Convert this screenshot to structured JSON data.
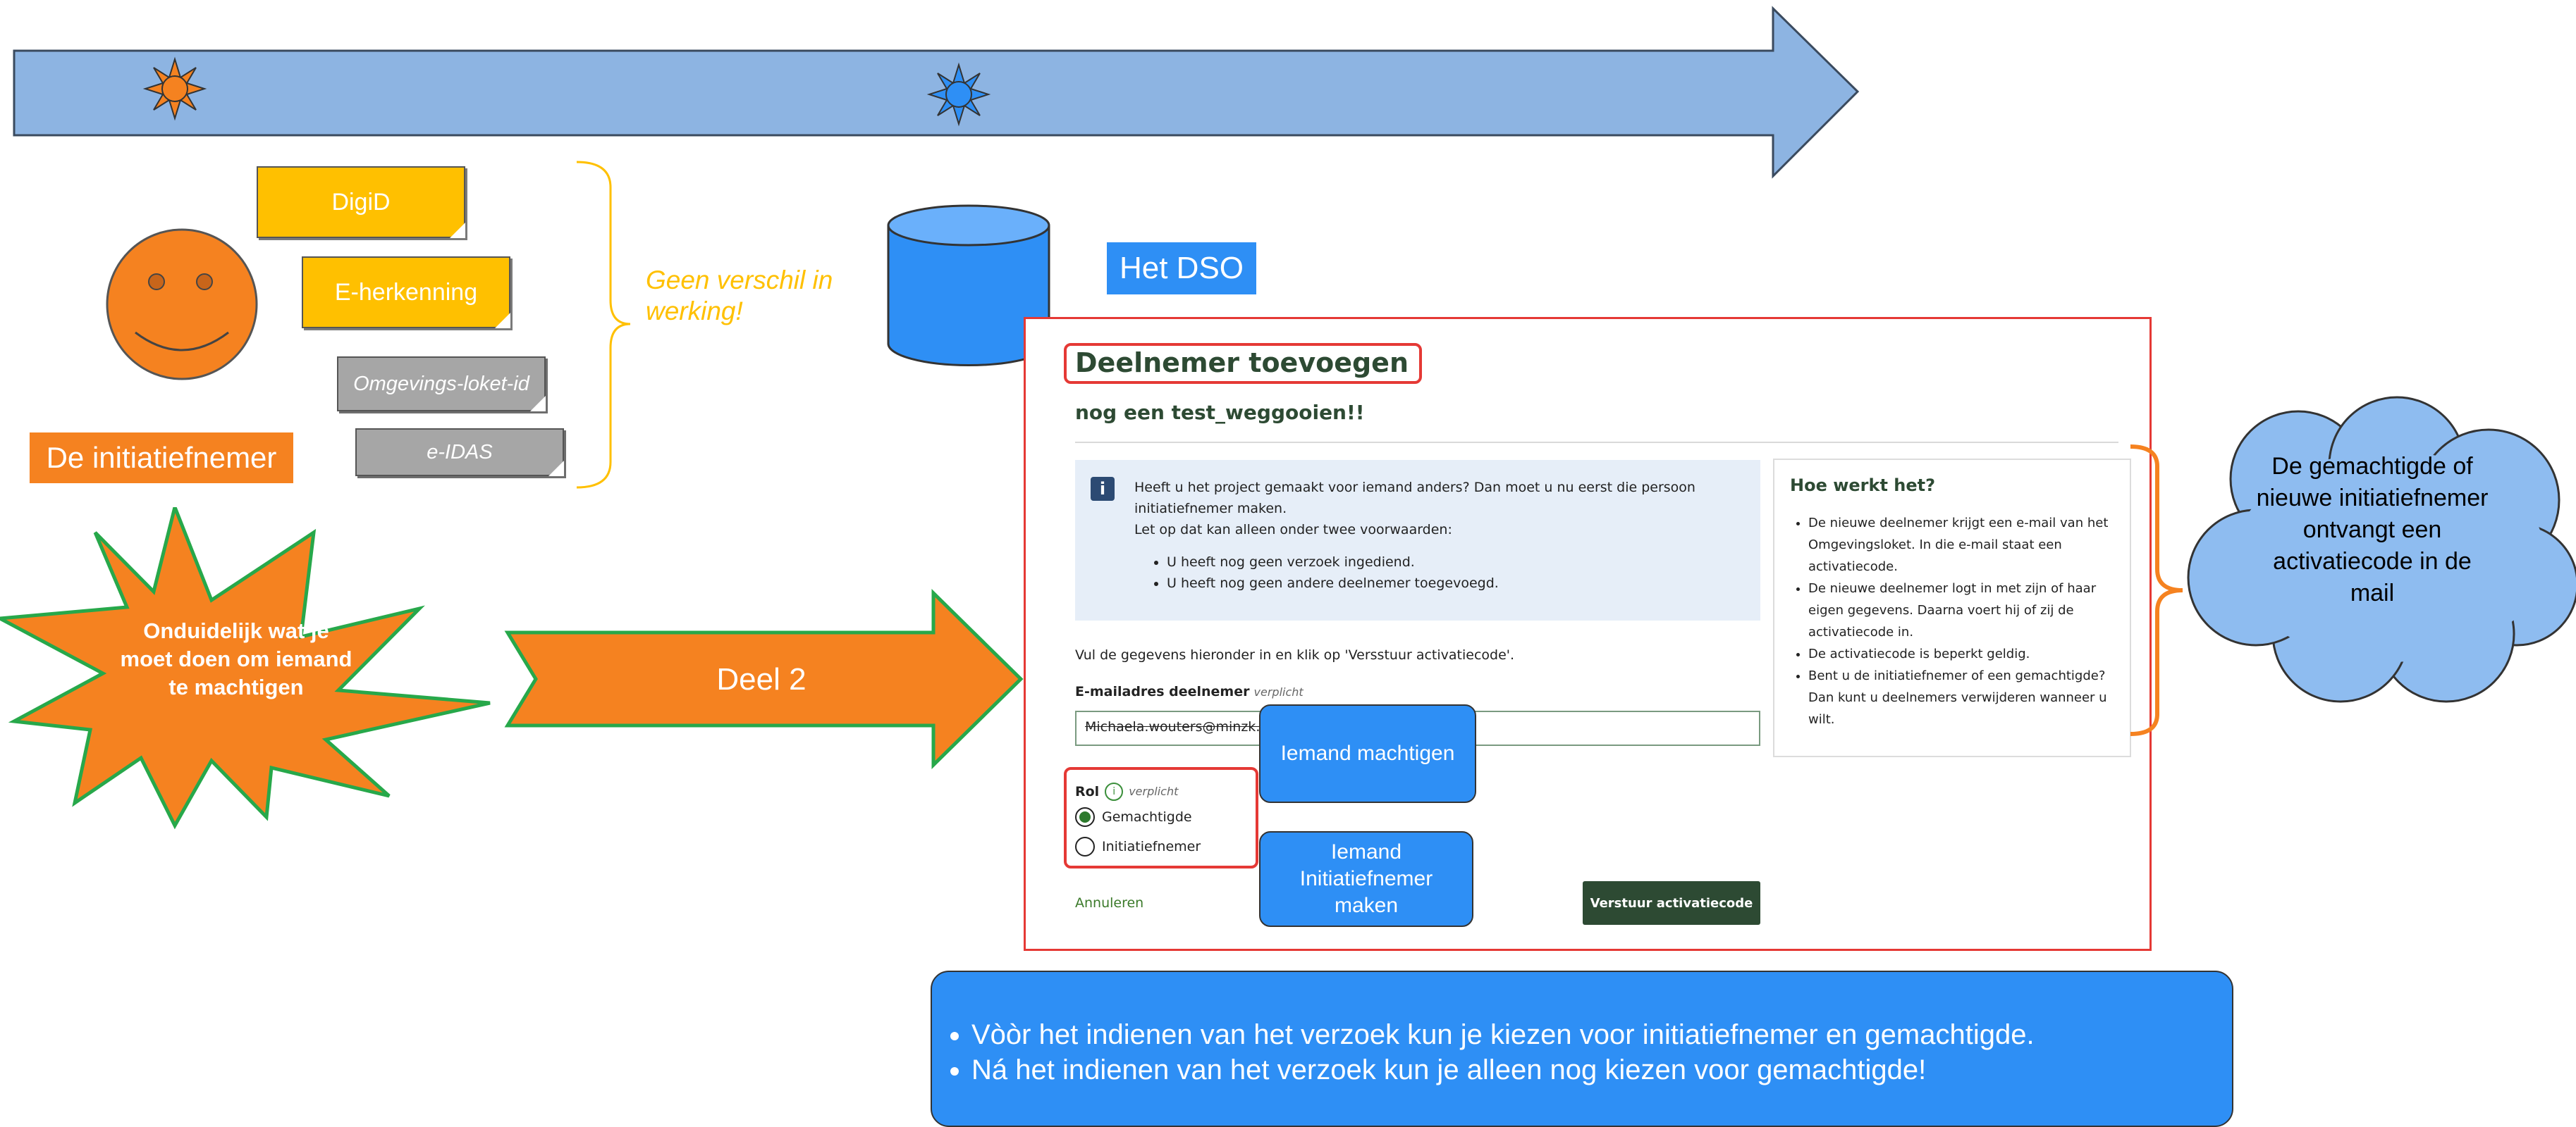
{
  "timeline": {
    "label": ""
  },
  "person": {
    "label": "De initiatiefnemer",
    "login_methods": [
      "DigiD",
      "E-herkenning",
      "Omgevings-loket-id",
      "e-IDAS"
    ]
  },
  "brace_note": "Geen verschil in werking!",
  "burst_note": "Onduidelijk wat je moet doen om iemand te machtigen",
  "deel_arrow": "Deel 2",
  "dso_label": "Het DSO",
  "form": {
    "title": "Deelnemer toevoegen",
    "subtitle": "nog een test_weggooien!!",
    "info_line1": "Heeft u het project gemaakt voor iemand anders? Dan moet u nu eerst die persoon",
    "info_line2": "initiatiefnemer maken.",
    "info_line3": "Let op dat kan alleen onder twee voorwaarden:",
    "info_bullets": [
      "U heeft nog geen verzoek ingediend.",
      "U heeft nog geen andere deelnemer toegevoegd."
    ],
    "instruction": "Vul de gegevens hieronder in en klik op 'Versstuur activatiecode'.",
    "email_label": "E-mailadres deelnemer",
    "required": "verplicht",
    "email_value": "Michaela.wouters@minzk...",
    "role_label": "Rol",
    "role_options": [
      "Gemachtigde",
      "Initiatiefnemer"
    ],
    "role_selected": "Gemachtigde",
    "cancel": "Annuleren",
    "submit": "Verstuur activatiecode",
    "help_title": "Hoe werkt het?",
    "help_items": [
      "De nieuwe deelnemer krijgt een e-mail van het Omgevingsloket. In die e-mail staat een activatiecode.",
      "De nieuwe deelnemer logt in met zijn of haar eigen gegevens. Daarna voert hij of zij de activatiecode in.",
      "De activatiecode is beperkt geldig.",
      "Bent u de initiatiefnemer of een gemachtigde? Dan kunt u deelnemers verwijderen wanneer u wilt."
    ]
  },
  "callouts": {
    "machtigen": "Iemand machtigen",
    "initiatiefnemer": "Iemand Initiatiefnemer maken"
  },
  "cloud_note": "De gemachtigde of nieuwe initiatiefnemer ontvangt een activatiecode in de mail",
  "bottom_notes": [
    "Vòòr het indienen van het verzoek kun je kiezen voor initiatiefnemer en gemachtigde.",
    "Ná het indienen van het verzoek kun je alleen nog kiezen voor gemachtigde!"
  ],
  "colors": {
    "blue": "#2e8ff5",
    "orange": "#f58220",
    "yellow": "#ffc000",
    "green": "#2d4a33",
    "red": "#e53935"
  }
}
